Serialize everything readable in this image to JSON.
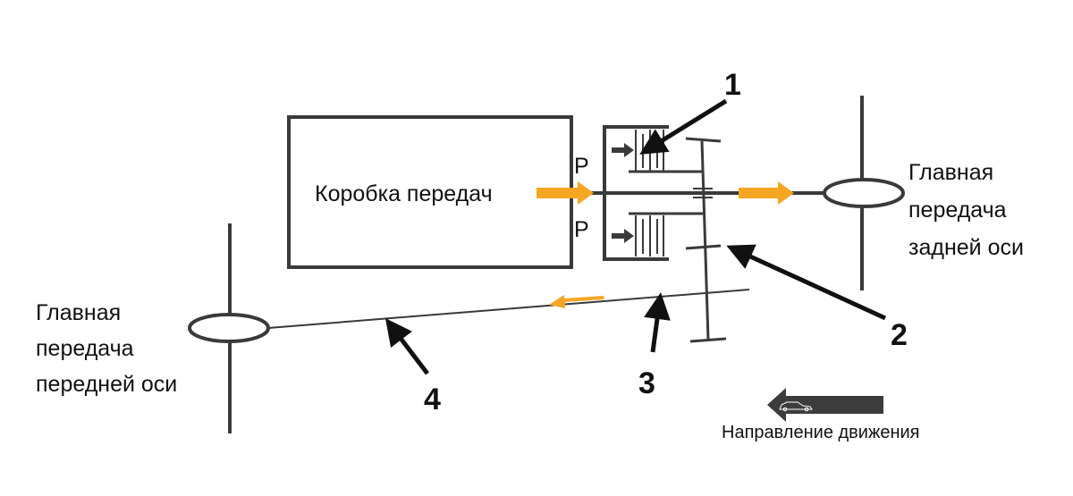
{
  "diagram": {
    "gearbox_label": "Коробка передач",
    "port_top_label": "P",
    "port_bottom_label": "P",
    "rear_axle": {
      "line1": "Главная",
      "line2": "передача",
      "line3": "задней оси"
    },
    "front_axle": {
      "line1": "Главная",
      "line2": "передача",
      "line3": "передней оси"
    },
    "callouts": [
      "1",
      "2",
      "3",
      "4"
    ],
    "direction_label": "Направление движения",
    "direction_icon": "car-icon",
    "colors": {
      "flow_arrow": "#f5a623",
      "line": "#3a3a3a",
      "callout_arrow": "#111111",
      "direction_arrow": "#3c3c3c"
    }
  }
}
